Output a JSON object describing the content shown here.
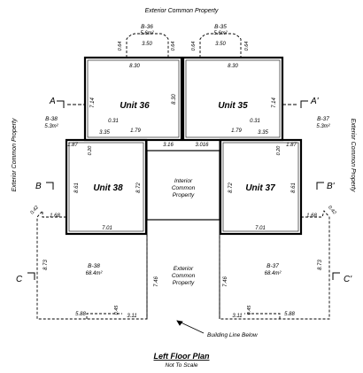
{
  "header": {
    "top_label": "Exterior Common Property"
  },
  "side_labels": {
    "left": "Exterior Common Property",
    "right": "Exterior Common Property"
  },
  "balconies": {
    "b36": {
      "name": "B-36",
      "area": "5.6m²"
    },
    "b35": {
      "name": "B-35",
      "area": "5.6m²"
    },
    "b38_upper": {
      "name": "B-38",
      "area": "5.3m²"
    },
    "b37_upper": {
      "name": "B-37",
      "area": "5.3m²"
    },
    "b38_lower": {
      "name": "B-38",
      "area": "68.4m²"
    },
    "b37_lower": {
      "name": "B-37",
      "area": "68.4m²"
    }
  },
  "units": {
    "u36": "Unit 36",
    "u35": "Unit 35",
    "u38": "Unit 38",
    "u37": "Unit 37"
  },
  "common_areas": {
    "interior": [
      "Interior",
      "Common",
      "Property"
    ],
    "exterior": [
      "Exterior",
      "Common",
      "Property"
    ]
  },
  "section_markers": {
    "A": "A",
    "A_prime": "A'",
    "B": "B",
    "B_prime": "B'",
    "C": "C",
    "C_prime": "C'"
  },
  "dimensions": {
    "b36_width": "3.50",
    "b35_width": "3.50",
    "b36_left": "0.64",
    "b36_right": "0.64",
    "b35_left": "0.64",
    "b35_right": "0.64",
    "u36_width": "8.30",
    "u35_width": "8.30",
    "u36_height": "7.14",
    "u36_mid": "8.30",
    "u35_height": "7.14",
    "u36_notch_w": "3.35",
    "u36_notch_h": "0.31",
    "u35_notch_w": "3.35",
    "u35_notch_h": "0.31",
    "u36_step": "1.79",
    "u35_step": "1.79",
    "u36_corner": "1.87",
    "u35_corner": "1.87",
    "u36_corner2": "0.20",
    "u35_corner2": "0.20",
    "corridor_left": "3.16",
    "corridor_right": "3.016",
    "u38_height": "8.61",
    "u38_inner": "8.72",
    "u37_inner": "8.72",
    "u37_height": "8.61",
    "u38_width": "7.01",
    "u37_width": "7.01",
    "b38_edge": "1.68",
    "b37_edge": "1.68",
    "b38_corner": "0.42",
    "b37_corner": "0.42",
    "b38_side": "8.73",
    "b37_side": "8.73",
    "ecp_left": "7.46",
    "ecp_right": "7.46",
    "b38_bottom": "5.88",
    "b37_bottom": "5.88",
    "b38_bottom2": "3.11",
    "b37_bottom2": "3.11",
    "b38_small": "0.45",
    "b37_small": "0.45"
  },
  "annotations": {
    "building_line": "Building Line Below"
  },
  "footer": {
    "title": "Left Floor Plan",
    "subtitle": "Not To Scale"
  }
}
